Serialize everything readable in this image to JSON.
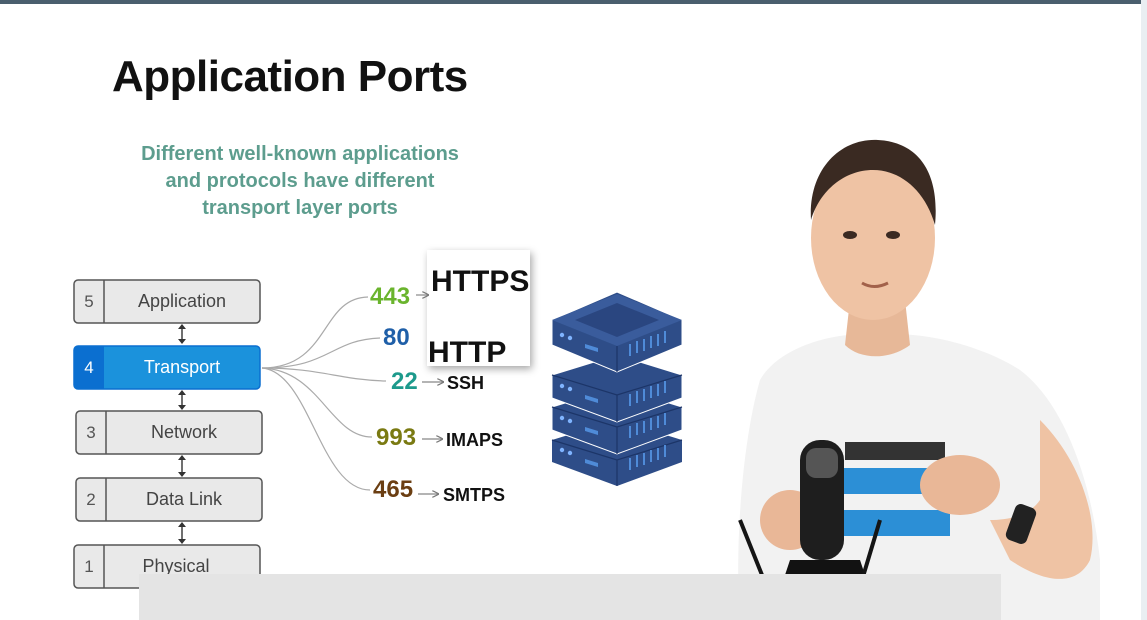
{
  "slide": {
    "title": "Application Ports",
    "subtitle_lines": [
      "Different well-known applications",
      "and protocols have different",
      "transport layer ports"
    ]
  },
  "layers": [
    {
      "num": "5",
      "name": "Application",
      "active": false
    },
    {
      "num": "4",
      "name": "Transport",
      "active": true
    },
    {
      "num": "3",
      "name": "Network",
      "active": false
    },
    {
      "num": "2",
      "name": "Data Link",
      "active": false
    },
    {
      "num": "1",
      "name": "Physical",
      "active": false
    }
  ],
  "ports": [
    {
      "port": "443",
      "protocol": "HTTPS",
      "port_color": "#6ab42d"
    },
    {
      "port": "80",
      "protocol": "HTTP",
      "port_color": "#1f5fa8"
    },
    {
      "port": "22",
      "protocol": "SSH",
      "port_color": "#1d9a8c"
    },
    {
      "port": "993",
      "protocol": "IMAPS",
      "port_color": "#7a7a12"
    },
    {
      "port": "465",
      "protocol": "SMTPS",
      "port_color": "#6b3e12"
    }
  ],
  "colors": {
    "accent": "#1b92dc",
    "accent_dark": "#0b6fd0",
    "subtitle": "#5d9d8e",
    "server": "#2e4d88"
  },
  "icons": {
    "server": "server-stack-icon"
  }
}
